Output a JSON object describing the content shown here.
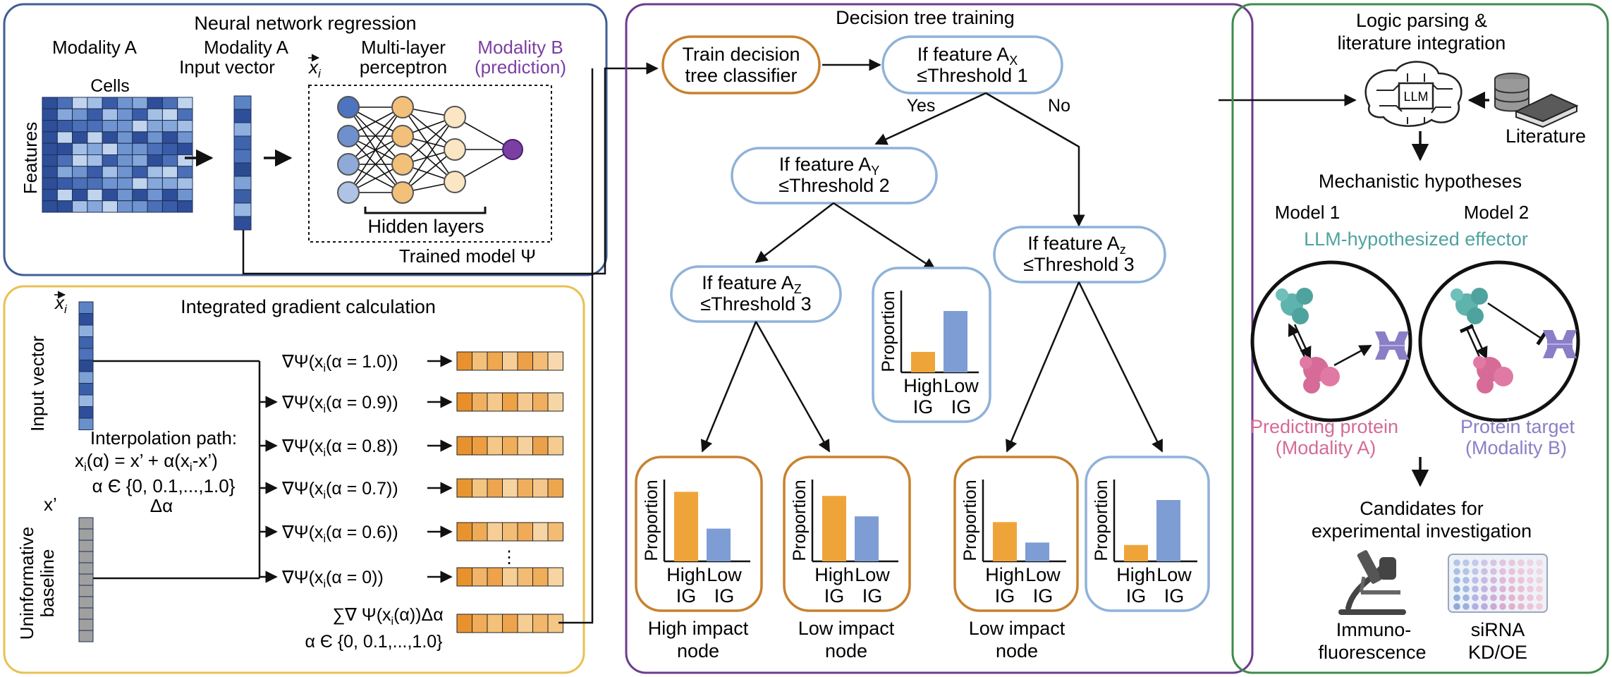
{
  "colors": {
    "blue_panel": "#3F5E97",
    "yellow_panel": "#E8C153",
    "purple_panel": "#6B3C8E",
    "green_panel": "#3E8B4B",
    "orange_node": "#C8812F",
    "blue_node": "#8FB2D9",
    "bar_orange": "#EFA43A",
    "bar_blue": "#7E9DD4",
    "modality_b": "#7B3FA3",
    "teal": "#4FA39E",
    "pink": "#D56B96",
    "lavender": "#8A7FC6"
  },
  "panel_nn": {
    "title": "Neural network regression",
    "modality_a": "Modality A",
    "cells": "Cells",
    "features": "Features",
    "modality_a_2": "Modality A",
    "input_vector": "Input vector",
    "xi": "x",
    "xi_sub": "i",
    "mlp_1": "Multi-layer",
    "mlp_2": "perceptron",
    "modb_1": "Modality B",
    "modb_2": "(prediction)",
    "hidden_layers": "Hidden layers",
    "trained_model": "Trained model Ψ"
  },
  "panel_ig": {
    "title": "Integrated gradient calculation",
    "xi": "x",
    "xi_sub": "i",
    "input_vector": "Input vector",
    "x_prime": "x’",
    "uninformative": "Uninformative",
    "baseline": "baseline",
    "interp_1": "Interpolation path:",
    "interp_2": "x",
    "interp_2_sub": "i",
    "interp_2_rest": "(α) = x’ + α(x",
    "interp_2_sub2": "i",
    "interp_2_end": "-x’)",
    "interp_3": "α Є {0, 0.1,...,1.0}",
    "interp_4": "Δα",
    "gradient_prefix": "∇Ψ(x",
    "gradient_sub": "i",
    "gradients": [
      "(α = 1.0))",
      "(α = 0.9))",
      "(α = 0.8))",
      "(α = 0.7))",
      "(α = 0.6))",
      "(α = 0))"
    ],
    "vdots": "⋮",
    "sum_1": "∑∇ Ψ(x",
    "sum_1_sub": "i",
    "sum_1_end": "(α))Δα",
    "sum_2": "α Є {0, 0.1,...,1.0}",
    "gradient_strip_shades": [
      [
        "#E8912E",
        "#F3C07A",
        "#EFA750",
        "#F6CF98",
        "#ECA048",
        "#F3BD77",
        "#F8D9AE"
      ],
      [
        "#E88F2A",
        "#F0B061",
        "#F5C98B",
        "#ECA245",
        "#F5C990",
        "#F0AF5E",
        "#F7D6A6"
      ],
      [
        "#E7922F",
        "#ED9E40",
        "#F5C888",
        "#F0AE5B",
        "#F7D19C",
        "#EDA04A",
        "#F5CB8F"
      ],
      [
        "#E8962F",
        "#F4C57F",
        "#EEA54F",
        "#F7D3A0",
        "#F0AE5C",
        "#F5C78A",
        "#EEA64E"
      ],
      [
        "#E99330",
        "#EFAA55",
        "#F6CE96",
        "#F3BD75",
        "#F0AB58",
        "#F7D5A4",
        "#F3BC72"
      ],
      [
        "#E8922D",
        "#F1B468",
        "#EEA24B",
        "#F6CE96",
        "#F3BC74",
        "#F0AD5A",
        "#F7D4A2"
      ]
    ],
    "sum_strip_shades": [
      "#E8922F",
      "#F0AC59",
      "#F4C17B",
      "#EEA44D",
      "#F6CD93",
      "#F2B76B",
      "#F4C785"
    ]
  },
  "panel_tree": {
    "title": "Decision tree training",
    "train_1": "Train decision",
    "train_2": "tree classifier",
    "root_1": "If feature A",
    "root_sub": "X",
    "root_2": "≤Threshold 1",
    "yes": "Yes",
    "no": "No",
    "ny_1": "If feature A",
    "ny_sub": "Y",
    "ny_2": "≤Threshold 2",
    "nz_1": "If feature A",
    "nz_sub": "Z",
    "nz_2": "≤Threshold 3",
    "nz2_1": "If feature A",
    "nz2_sub": "z",
    "nz2_2": "≤Threshold 3",
    "proportion": "Proportion",
    "high": "High",
    "low": "Low",
    "ig": "IG",
    "high_impact_1": "High impact",
    "high_impact_2": "node",
    "low_impact_1": "Low impact",
    "low_impact_2": "node",
    "low_impact_3": "Low impact",
    "low_impact_4": "node"
  },
  "chart_data": [
    {
      "type": "bar",
      "name": "mid-blue-leaf",
      "categories": [
        "High IG",
        "Low IG"
      ],
      "values": [
        0.25,
        0.75
      ],
      "ylim": [
        0,
        1
      ],
      "ylabel": "Proportion"
    },
    {
      "type": "bar",
      "name": "leaf-1",
      "categories": [
        "High IG",
        "Low IG"
      ],
      "values": [
        0.85,
        0.4
      ],
      "ylim": [
        0,
        1
      ],
      "ylabel": "Proportion"
    },
    {
      "type": "bar",
      "name": "leaf-2",
      "categories": [
        "High IG",
        "Low IG"
      ],
      "values": [
        0.8,
        0.55
      ],
      "ylim": [
        0,
        1
      ],
      "ylabel": "Proportion"
    },
    {
      "type": "bar",
      "name": "leaf-3",
      "categories": [
        "High IG",
        "Low IG"
      ],
      "values": [
        0.48,
        0.23
      ],
      "ylim": [
        0,
        1
      ],
      "ylabel": "Proportion"
    },
    {
      "type": "bar",
      "name": "leaf-4",
      "categories": [
        "High IG",
        "Low IG"
      ],
      "values": [
        0.2,
        0.75
      ],
      "ylim": [
        0,
        1
      ],
      "ylabel": "Proportion"
    }
  ],
  "panel_logic": {
    "title_1": "Logic parsing &",
    "title_2": "literature integration",
    "llm": "LLM",
    "literature": "Literature",
    "hypotheses": "Mechanistic hypotheses",
    "model_1": "Model 1",
    "model_2": "Model 2",
    "effector": "LLM-hypothesized effector",
    "pred_1": "Predicting protein",
    "pred_2": "(Modality A)",
    "target_1": "Protein target",
    "target_2": "(Modality B)",
    "cand_1": "Candidates for",
    "cand_2": "experimental investigation",
    "immuno_1": "Immuno-",
    "immuno_2": "fluorescence",
    "sirna_1": "siRNA",
    "sirna_2": "KD/OE"
  }
}
